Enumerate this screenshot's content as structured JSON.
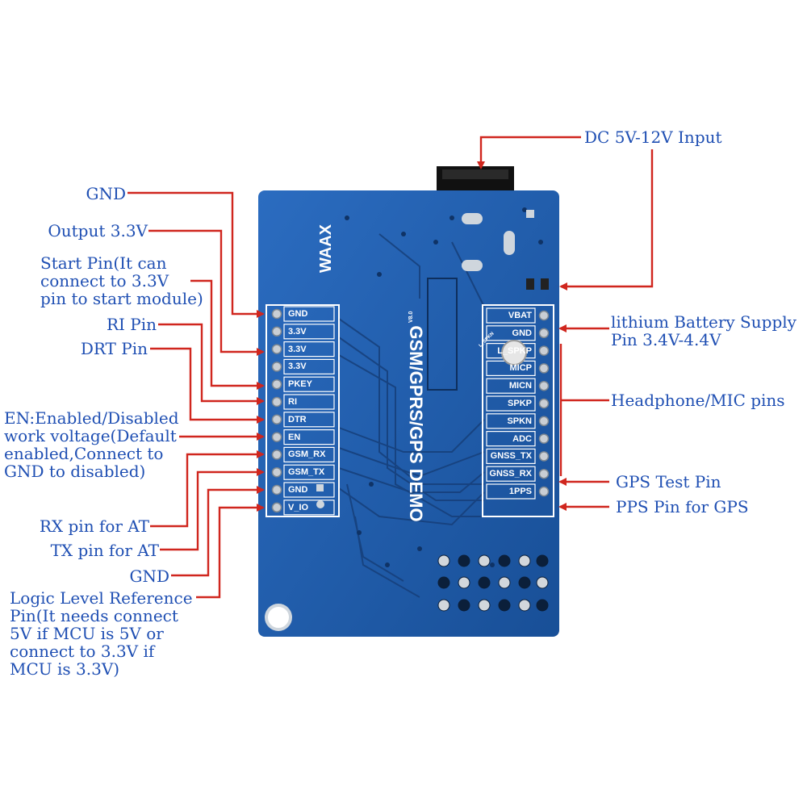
{
  "left_pins": [
    "GND",
    "3.3V",
    "3.3V",
    "3.3V",
    "PKEY",
    "RI",
    "DTR",
    "EN",
    "GSM_RX",
    "GSM_TX",
    "GND",
    "V_IO"
  ],
  "right_pins": [
    "VBAT",
    "GND",
    "L_SPKP",
    "MICP",
    "MICN",
    "SPKP",
    "SPKN",
    "ADC",
    "GNSS_TX",
    "GNSS_RX",
    "1PPS"
  ],
  "board_text": {
    "demo": "GSM/GPRS/GPS DEMO",
    "logo": "WAAX",
    "version": "V8.0",
    "spkn_small": "L_SPKN"
  },
  "labels": {
    "dc_input": "DC 5V-12V Input",
    "gnd_top": "GND",
    "output_33": "Output 3.3V",
    "start_pin": "Start Pin(It can\nconnect to 3.3V\npin to start module)",
    "ri_pin": "RI Pin",
    "drt_pin": "DRT Pin",
    "en_pin": "EN:Enabled/Disabled\nwork voltage(Default\nenabled,Connect to\nGND to disabled)",
    "rx_pin": "RX pin for AT",
    "tx_pin": "TX pin for AT",
    "gnd_bottom": "GND",
    "logic_level": "Logic Level Reference\nPin(It needs connect\n5V if MCU is 5V or\nconnect to 3.3V if\nMCU is 3.3V)",
    "battery": "lithium Battery Supply\nPin 3.4V-4.4V",
    "headphone": "Headphone/MIC pins",
    "gps_test": "GPS Test Pin",
    "pps": "PPS Pin for GPS"
  },
  "colors": {
    "label_text": "#1f4fb3",
    "leader_line": "#d0261e",
    "board": "#1f5fae",
    "silkscreen": "#ffffff"
  }
}
